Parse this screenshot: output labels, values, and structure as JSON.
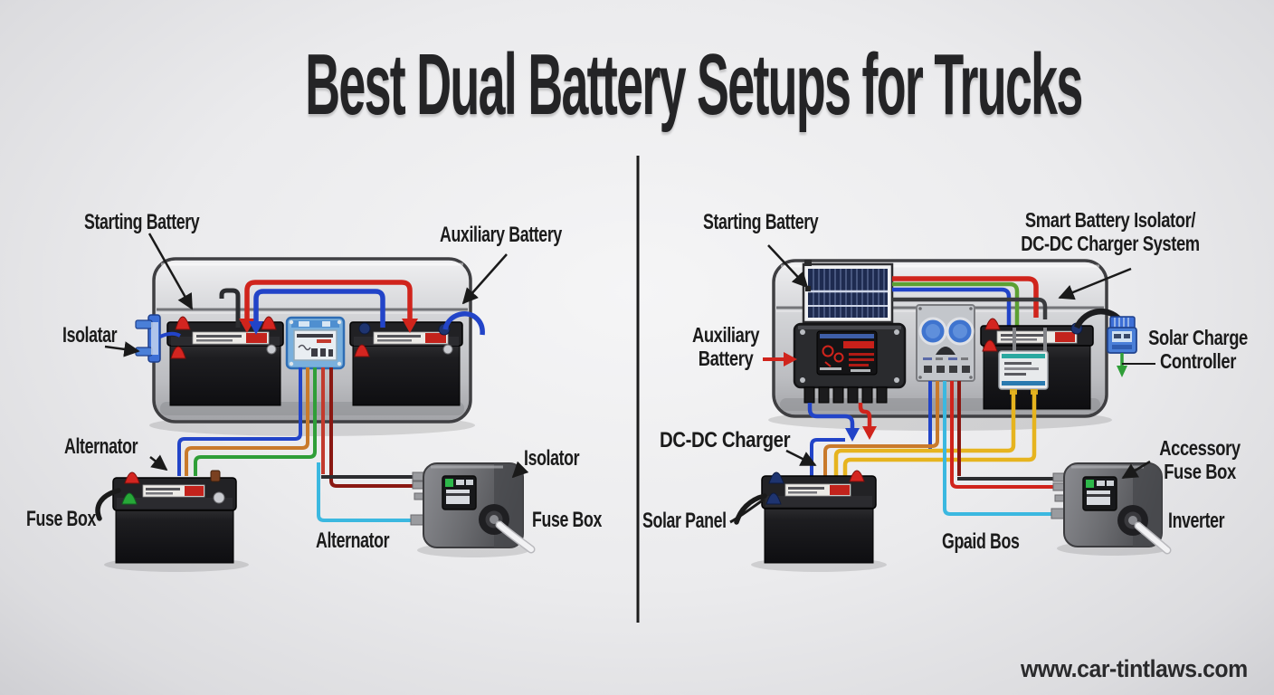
{
  "title": "Best Dual Battery Setups for Trucks",
  "footer": {
    "website": "www.car-tintlaws.com"
  },
  "left_diagram": {
    "labels": {
      "starting_battery": "Starting Battery",
      "auxiliary_battery": "Auxiliary Battery",
      "isolator": "Isolatar",
      "alternator": "Alternator",
      "fuse_box": "Fuse Box",
      "isolator_device": "Isolator",
      "fuse_box_device": "Fuse Box",
      "alternator_bottom": "Alternator"
    }
  },
  "right_diagram": {
    "labels": {
      "starting_battery": "Starting Battery",
      "smart_isolator_line1": "Smart Battery Isolator/",
      "smart_isolator_line2": "DC-DC Charger System",
      "auxiliary_line1": "Auxiliary",
      "auxiliary_line2": "Battery",
      "solar_charge_line1": "Solar Charge",
      "solar_charge_line2": "Controller",
      "dcdc_charger": "DC-DC Charger",
      "solar_panel": "Solar Panel",
      "fuse_box": "Gpaid Bos",
      "accessory_line1": "Accessory",
      "accessory_line2": "Fuse Box",
      "inverter": "Inverter"
    }
  },
  "colors": {
    "background": "#e9e9eb",
    "title_text": "#242426",
    "label_text": "#1b1b1b",
    "wire_red": "#d0241c",
    "wire_blue": "#2244c8",
    "wire_green": "#2f9e38",
    "wire_orange": "#c97a2b",
    "wire_amber": "#e6b41f",
    "wire_cyan": "#3bb8e0",
    "wire_dark_red": "#8a1812",
    "wire_black": "#2c2d30",
    "bed_silver": "#c9cacd",
    "battery_black": "#16161a",
    "isolator_module_blue": "#7ab0dd",
    "solar_panel_blue": "#1e2b50",
    "gauge_blue": "#3f74cf",
    "device_gray": "#6a6b6f"
  }
}
